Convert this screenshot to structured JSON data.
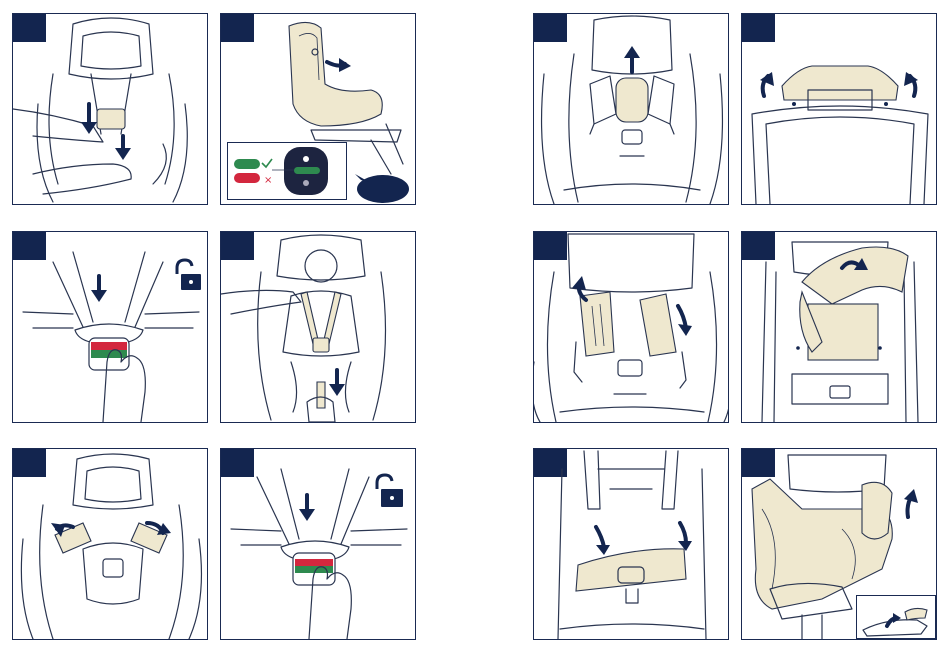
{
  "document": {
    "type": "child car seat instruction illustrations",
    "left_group_panels": [
      "panel-1",
      "panel-2",
      "panel-3",
      "panel-4",
      "panel-5",
      "panel-6"
    ],
    "right_group_panels": [
      "panel-7",
      "panel-8",
      "panel-9",
      "panel-10",
      "panel-11",
      "panel-12"
    ]
  },
  "colors": {
    "navy": "#13254f",
    "line": "#2a3550",
    "beige": "#efe8cf",
    "ok_green": "#2e8a4f",
    "bad_red": "#d3273e"
  },
  "icons": {
    "unlock": "unlock-padlock-icon",
    "check": "check-mark-icon",
    "cross": "cross-mark-icon"
  },
  "indicator_legend": {
    "ok_symbol": "✓",
    "bad_symbol": "×"
  }
}
